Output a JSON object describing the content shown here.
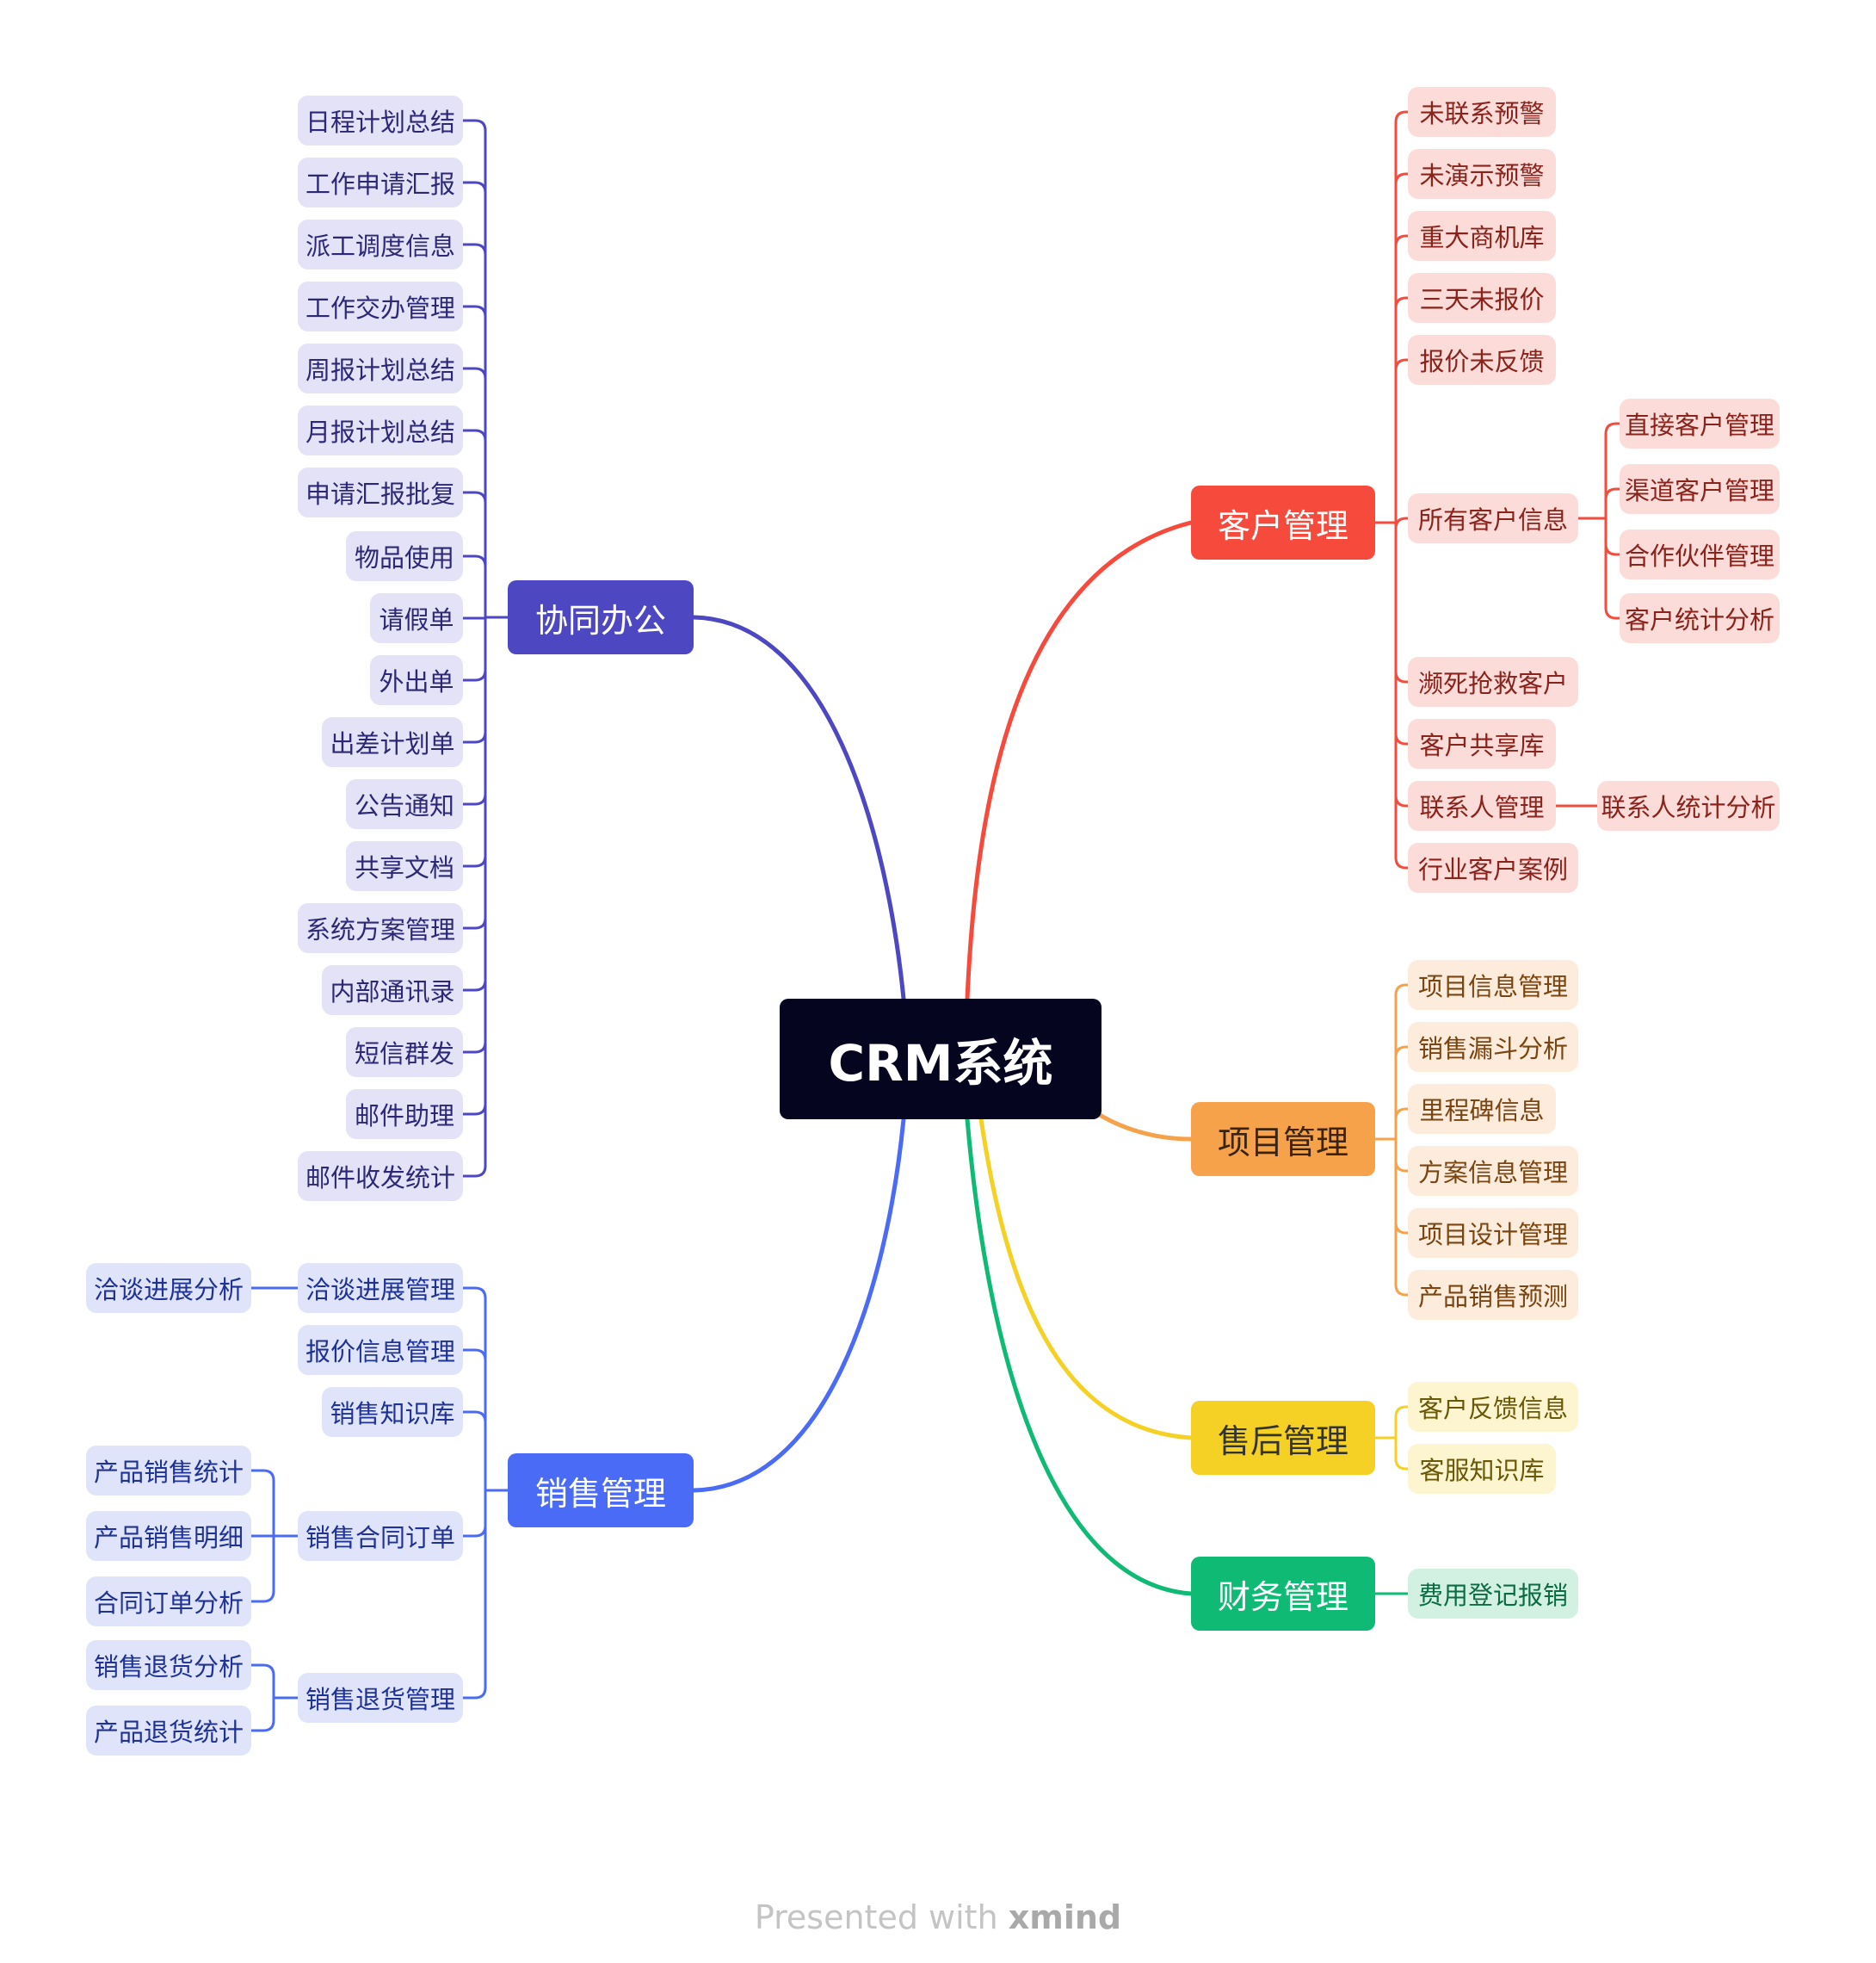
{
  "root": {
    "label": "CRM系统"
  },
  "footer": {
    "prefix": "Presented with ",
    "brand": "xmind"
  },
  "branches": [
    {
      "key": "kehu",
      "label": "客户管理",
      "color": "#f54a3c",
      "sub_bg": "#fcdcd8",
      "sub_text": "#8a231b",
      "children": [
        {
          "label": "未联系预警"
        },
        {
          "label": "未演示预警"
        },
        {
          "label": "重大商机库"
        },
        {
          "label": "三天未报价"
        },
        {
          "label": "报价未反馈"
        },
        {
          "label": "所有客户信息",
          "children": [
            {
              "label": "直接客户管理"
            },
            {
              "label": "渠道客户管理"
            },
            {
              "label": "合作伙伴管理"
            },
            {
              "label": "客户统计分析"
            }
          ]
        },
        {
          "label": "濒死抢救客户"
        },
        {
          "label": "客户共享库"
        },
        {
          "label": "联系人管理",
          "children": [
            {
              "label": "联系人统计分析"
            }
          ]
        },
        {
          "label": "行业客户案例"
        }
      ]
    },
    {
      "key": "xiangmu",
      "label": "项目管理",
      "color": "#f6a24b",
      "sub_bg": "#fdebdc",
      "sub_text": "#7a4510",
      "children": [
        {
          "label": "项目信息管理"
        },
        {
          "label": "销售漏斗分析"
        },
        {
          "label": "里程碑信息"
        },
        {
          "label": "方案信息管理"
        },
        {
          "label": "项目设计管理"
        },
        {
          "label": "产品销售预测"
        }
      ]
    },
    {
      "key": "shouhou",
      "label": "售后管理",
      "color": "#f4d124",
      "sub_bg": "#fdf5cf",
      "sub_text": "#6b5807",
      "children": [
        {
          "label": "客户反馈信息"
        },
        {
          "label": "客服知识库"
        }
      ]
    },
    {
      "key": "caiwu",
      "label": "财务管理",
      "color": "#0fba74",
      "sub_bg": "#d3f1e3",
      "sub_text": "#0b6b41",
      "children": [
        {
          "label": "费用登记报销"
        }
      ]
    },
    {
      "key": "xietong",
      "label": "协同办公",
      "color": "#4e47c2",
      "sub_bg": "#e3e2f6",
      "sub_text": "#2c2877",
      "children": [
        {
          "label": "日程计划总结"
        },
        {
          "label": "工作申请汇报"
        },
        {
          "label": "派工调度信息"
        },
        {
          "label": "工作交办管理"
        },
        {
          "label": "周报计划总结"
        },
        {
          "label": "月报计划总结"
        },
        {
          "label": "申请汇报批复"
        },
        {
          "label": "物品使用"
        },
        {
          "label": "请假单"
        },
        {
          "label": "外出单"
        },
        {
          "label": "出差计划单"
        },
        {
          "label": "公告通知"
        },
        {
          "label": "共享文档"
        },
        {
          "label": "系统方案管理"
        },
        {
          "label": "内部通讯录"
        },
        {
          "label": "短信群发"
        },
        {
          "label": "邮件助理"
        },
        {
          "label": "邮件收发统计"
        }
      ]
    },
    {
      "key": "xiaoshou",
      "label": "销售管理",
      "color": "#4a6bf5",
      "sub_bg": "#dfe4fb",
      "sub_text": "#1f3296",
      "children": [
        {
          "label": "洽谈进展管理",
          "children": [
            {
              "label": "洽谈进展分析"
            }
          ]
        },
        {
          "label": "报价信息管理"
        },
        {
          "label": "销售知识库"
        },
        {
          "label": "销售合同订单",
          "children": [
            {
              "label": "产品销售统计"
            },
            {
              "label": "产品销售明细"
            },
            {
              "label": "合同订单分析"
            }
          ]
        },
        {
          "label": "销售退货管理",
          "children": [
            {
              "label": "销售退货分析"
            },
            {
              "label": "产品退货统计"
            }
          ]
        }
      ]
    }
  ]
}
